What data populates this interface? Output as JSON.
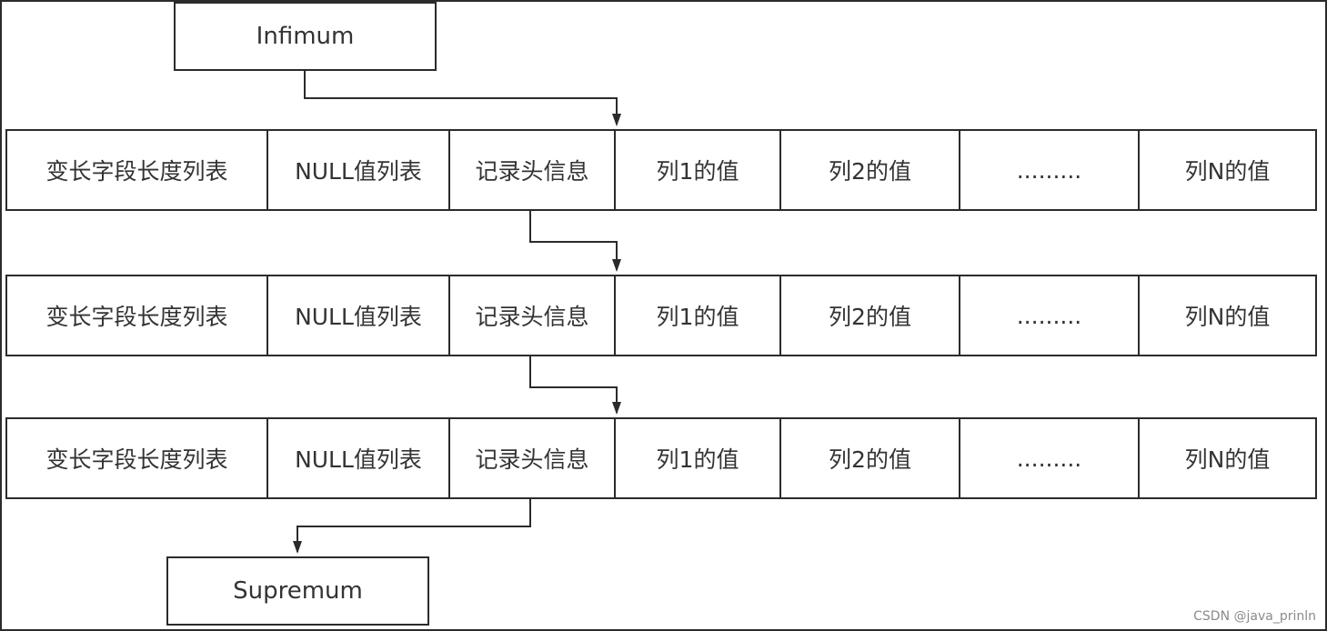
{
  "infimum": "Infimum",
  "supremum": "Supremum",
  "records": [
    {
      "cells": [
        "变长字段长度列表",
        "NULL值列表",
        "记录头信息",
        "列1的值",
        "列2的值",
        ".........",
        "列N的值"
      ]
    },
    {
      "cells": [
        "变长字段长度列表",
        "NULL值列表",
        "记录头信息",
        "列1的值",
        "列2的值",
        ".........",
        "列N的值"
      ]
    },
    {
      "cells": [
        "变长字段长度列表",
        "NULL值列表",
        "记录头信息",
        "列1的值",
        "列2的值",
        ".........",
        "列N的值"
      ]
    }
  ],
  "watermark": "CSDN @java_prinln"
}
